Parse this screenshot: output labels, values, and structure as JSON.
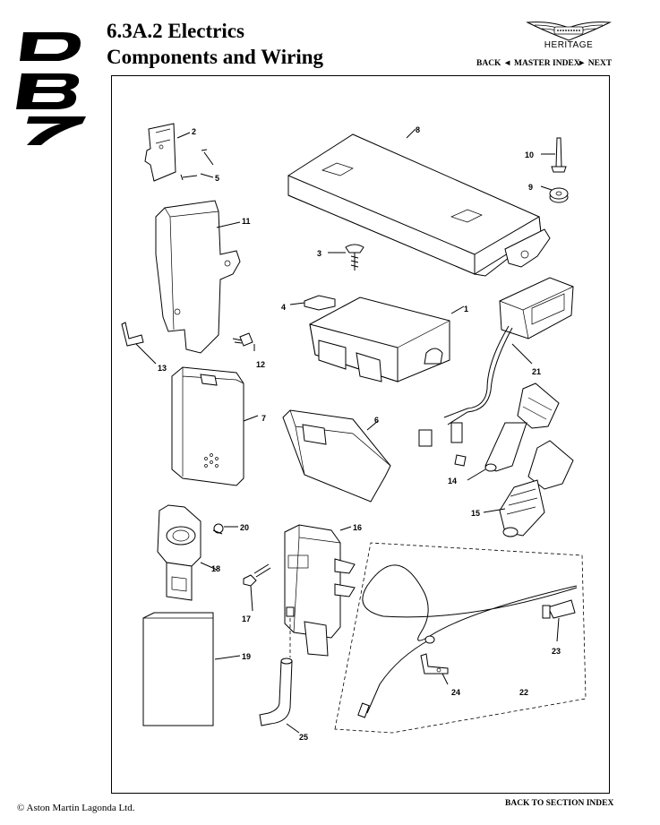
{
  "header": {
    "section_title": "6.3A.2 Electrics",
    "section_subtitle": "Components and Wiring",
    "model_logo_text": "DB7",
    "brand_name": "HERITAGE",
    "nav": {
      "back": "BACK ◄",
      "master_index": "MASTER INDEX",
      "next": "► NEXT"
    }
  },
  "diagram": {
    "callouts": [
      "1",
      "2",
      "3",
      "4",
      "5",
      "6",
      "7",
      "8",
      "9",
      "10",
      "11",
      "12",
      "13",
      "14",
      "15",
      "16",
      "17",
      "18",
      "19",
      "20",
      "21",
      "22",
      "23",
      "24",
      "25"
    ]
  },
  "footer": {
    "copyright": "© Aston Martin Lagonda Ltd.",
    "back_to_section": "BACK TO SECTION INDEX"
  }
}
